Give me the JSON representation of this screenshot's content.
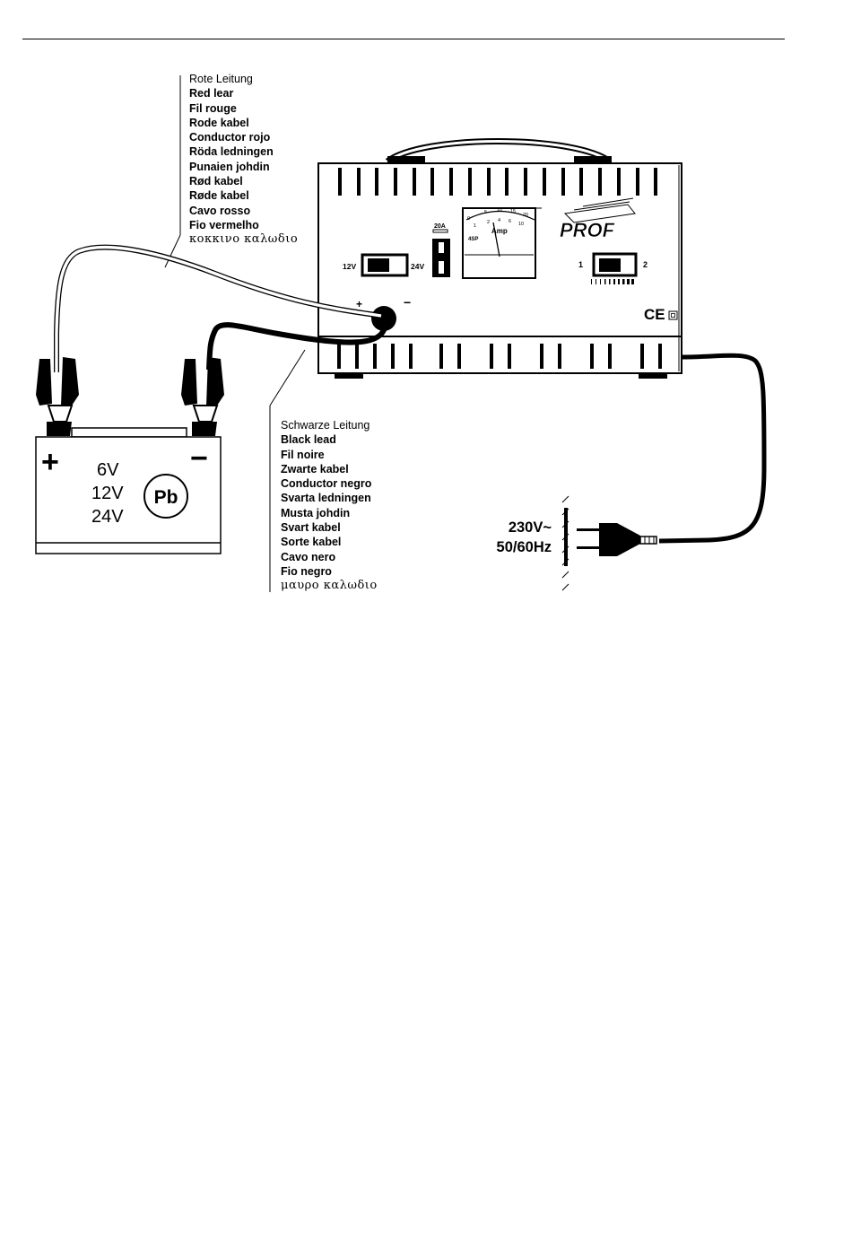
{
  "red_lead": {
    "labels": [
      "Rote Leitung",
      "Red lear",
      "Fil rouge",
      "Rode kabel",
      "Conductor rojo",
      "Röda ledningen",
      "Punaien johdin",
      "Rød kabel",
      "Røde kabel",
      "Cavo rosso",
      "Fio vermelho"
    ],
    "greek": "κοκκινο καλωδιο"
  },
  "black_lead": {
    "labels": [
      "Schwarze Leitung",
      "Black lead",
      "Fil noire",
      "Zwarte kabel",
      "Conductor negro",
      "Svarta ledningen",
      "Musta johdin",
      "Svart kabel",
      "Sorte kabel",
      "Cavo nero",
      "Fio negro"
    ],
    "greek": "μαυρο καλωδιο"
  },
  "battery": {
    "plus": "+",
    "minus": "−",
    "volt_6": "6V",
    "volt_12": "12V",
    "volt_24": "24V",
    "chem": "Pb"
  },
  "charger": {
    "brand": "PROF",
    "switch_left": "12V",
    "switch_right": "24V",
    "fuse": "20A",
    "meter_unit": "Amp",
    "meter_mark": "4SP",
    "sel_1": "1",
    "sel_2": "2",
    "term_plus": "+",
    "term_minus": "−",
    "ce": "CE"
  },
  "mains": {
    "line1": "230V~",
    "line2": "50/60Hz"
  }
}
